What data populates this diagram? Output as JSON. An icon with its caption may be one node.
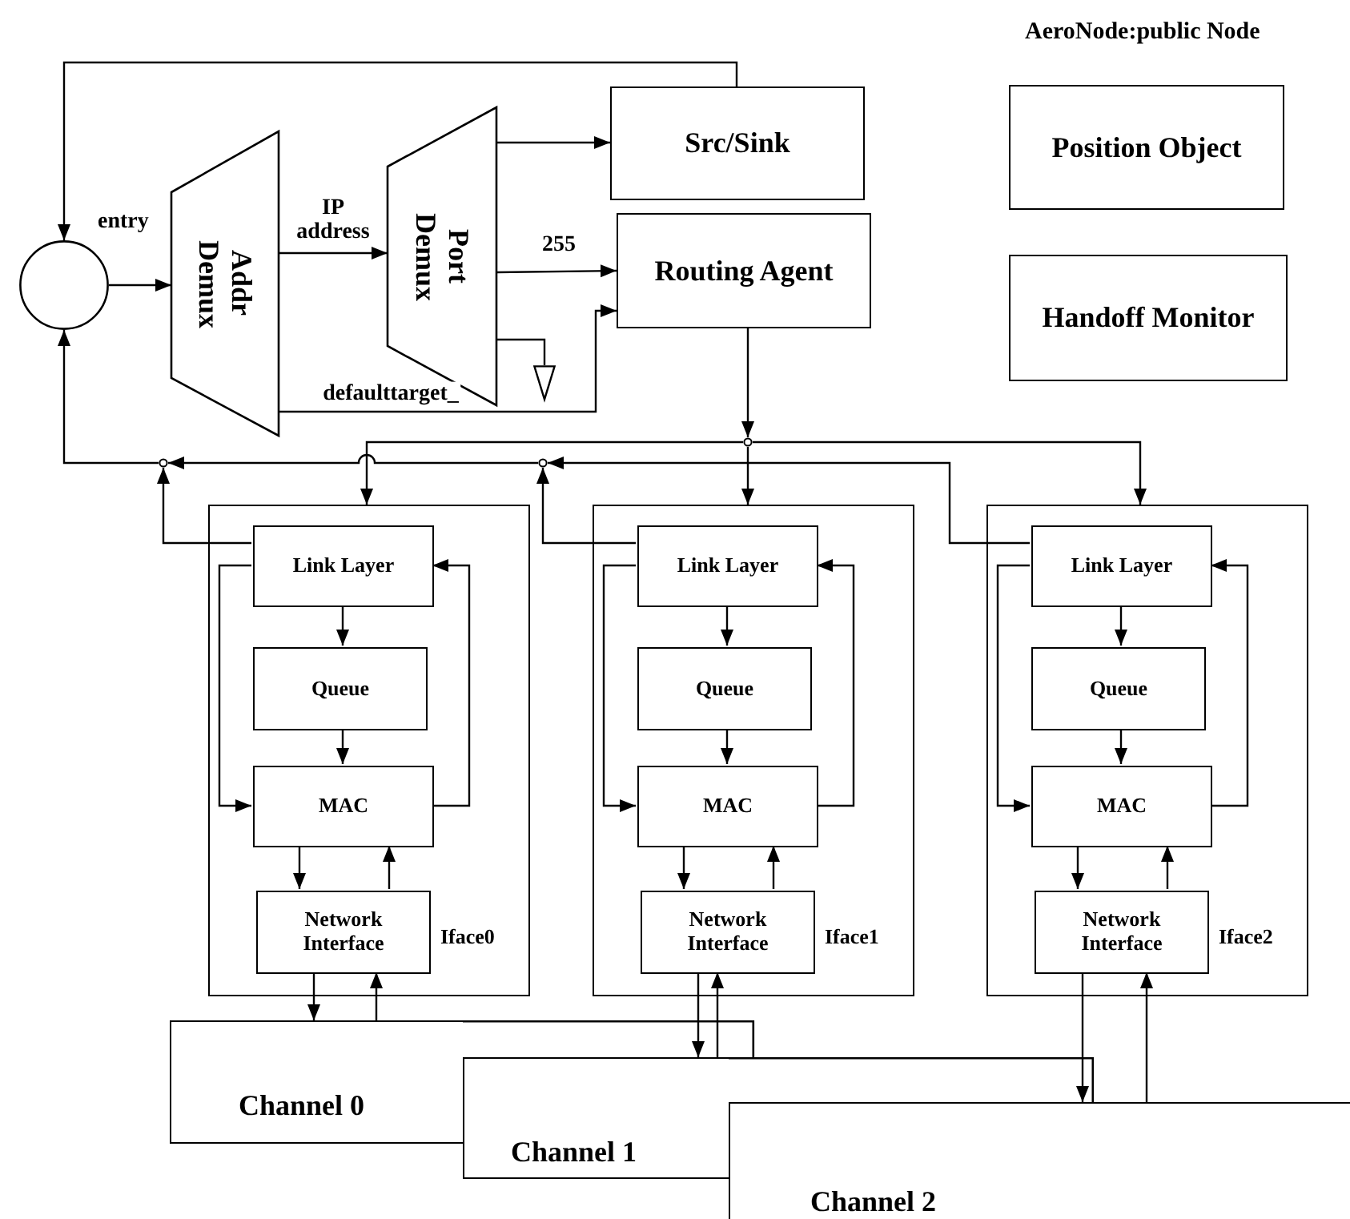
{
  "diagram": {
    "title": "AeroNode:public Node",
    "nodes": [
      {
        "text": [],
        "shape": "circle",
        "beside": [
          "entry"
        ]
      },
      {
        "text": [
          "Addr Demux"
        ]
      },
      {
        "text": [
          "Port Demux"
        ]
      },
      {
        "text": [
          "Src/Sink"
        ]
      },
      {
        "text": [
          "Routing Agent"
        ]
      },
      {
        "text": [
          "Position Object"
        ]
      },
      {
        "text": [
          "Handoff Monitor"
        ]
      },
      {
        "text": [],
        "shape": "triangle"
      },
      {
        "text": [],
        "shape": "circle"
      },
      {
        "text": [],
        "shape": "circle"
      },
      {
        "text": [],
        "shape": "circle"
      },
      {
        "text": [
          "Iface0"
        ]
      },
      {
        "text": [
          "Link Layer"
        ],
        "in": 11
      },
      {
        "text": [
          "Queue"
        ],
        "in": 11
      },
      {
        "text": [
          "MAC"
        ],
        "in": 11
      },
      {
        "text": [
          "Network Interface"
        ],
        "in": 11
      },
      {
        "text": [
          "Iface1"
        ]
      },
      {
        "text": [
          "Link Layer"
        ],
        "in": 16
      },
      {
        "text": [
          "Queue"
        ],
        "in": 16
      },
      {
        "text": [
          "MAC"
        ],
        "in": 16
      },
      {
        "text": [
          "Network Interface"
        ],
        "in": 16
      },
      {
        "text": [
          "Iface2"
        ]
      },
      {
        "text": [
          "Link Layer"
        ],
        "in": 21
      },
      {
        "text": [
          "Queue"
        ],
        "in": 21
      },
      {
        "text": [
          "MAC"
        ],
        "in": 21
      },
      {
        "text": [
          "Network Interface"
        ],
        "in": 21
      },
      {
        "text": [
          "Channel 0"
        ]
      },
      {
        "text": [
          "Channel 1"
        ]
      },
      {
        "text": [
          "Channel 2"
        ]
      }
    ],
    "edges": [
      {
        "from": 3,
        "to": 0,
        "arrow": "to"
      },
      {
        "from": 0,
        "to": 1,
        "arrow": "to"
      },
      {
        "from": 1,
        "to": 2,
        "arrow": "to",
        "label": "IP address"
      },
      {
        "from": 2,
        "to": 3,
        "arrow": "to"
      },
      {
        "from": 2,
        "to": 4,
        "arrow": "to",
        "label": "255"
      },
      {
        "from": 2,
        "to": 7,
        "arrow": "none"
      },
      {
        "from": 1,
        "to": 4,
        "arrow": "to",
        "label": "defaulttarget_"
      },
      {
        "from": 4,
        "to": 8,
        "arrow": "to"
      },
      {
        "from": 8,
        "to": 11,
        "arrow": "to"
      },
      {
        "from": 8,
        "to": 16,
        "arrow": "to"
      },
      {
        "from": 8,
        "to": 21,
        "arrow": "to"
      },
      {
        "from": 12,
        "to": 9,
        "arrow": "to"
      },
      {
        "from": 17,
        "to": 10,
        "arrow": "to"
      },
      {
        "from": 22,
        "to": 10,
        "arrow": "to"
      },
      {
        "from": 10,
        "to": 9,
        "arrow": "to"
      },
      {
        "from": 9,
        "to": 0,
        "arrow": "to"
      },
      {
        "from": 12,
        "to": 13,
        "arrow": "to"
      },
      {
        "from": 13,
        "to": 14,
        "arrow": "to"
      },
      {
        "from": 12,
        "to": 14,
        "arrow": "to"
      },
      {
        "from": 14,
        "to": 12,
        "arrow": "to"
      },
      {
        "from": 14,
        "to": 15,
        "arrow": "to"
      },
      {
        "from": 15,
        "to": 14,
        "arrow": "to"
      },
      {
        "from": 15,
        "to": 26,
        "arrow": "to"
      },
      {
        "from": 26,
        "to": 15,
        "arrow": "to"
      },
      {
        "from": 17,
        "to": 18,
        "arrow": "to"
      },
      {
        "from": 18,
        "to": 19,
        "arrow": "to"
      },
      {
        "from": 17,
        "to": 19,
        "arrow": "to"
      },
      {
        "from": 19,
        "to": 17,
        "arrow": "to"
      },
      {
        "from": 19,
        "to": 20,
        "arrow": "to"
      },
      {
        "from": 20,
        "to": 19,
        "arrow": "to"
      },
      {
        "from": 20,
        "to": 27,
        "arrow": "to"
      },
      {
        "from": 27,
        "to": 20,
        "arrow": "to"
      },
      {
        "from": 22,
        "to": 23,
        "arrow": "to"
      },
      {
        "from": 23,
        "to": 24,
        "arrow": "to"
      },
      {
        "from": 22,
        "to": 24,
        "arrow": "to"
      },
      {
        "from": 24,
        "to": 22,
        "arrow": "to"
      },
      {
        "from": 24,
        "to": 25,
        "arrow": "to"
      },
      {
        "from": 25,
        "to": 24,
        "arrow": "to"
      },
      {
        "from": 25,
        "to": 28,
        "arrow": "to"
      },
      {
        "from": 28,
        "to": 25,
        "arrow": "to"
      }
    ]
  }
}
